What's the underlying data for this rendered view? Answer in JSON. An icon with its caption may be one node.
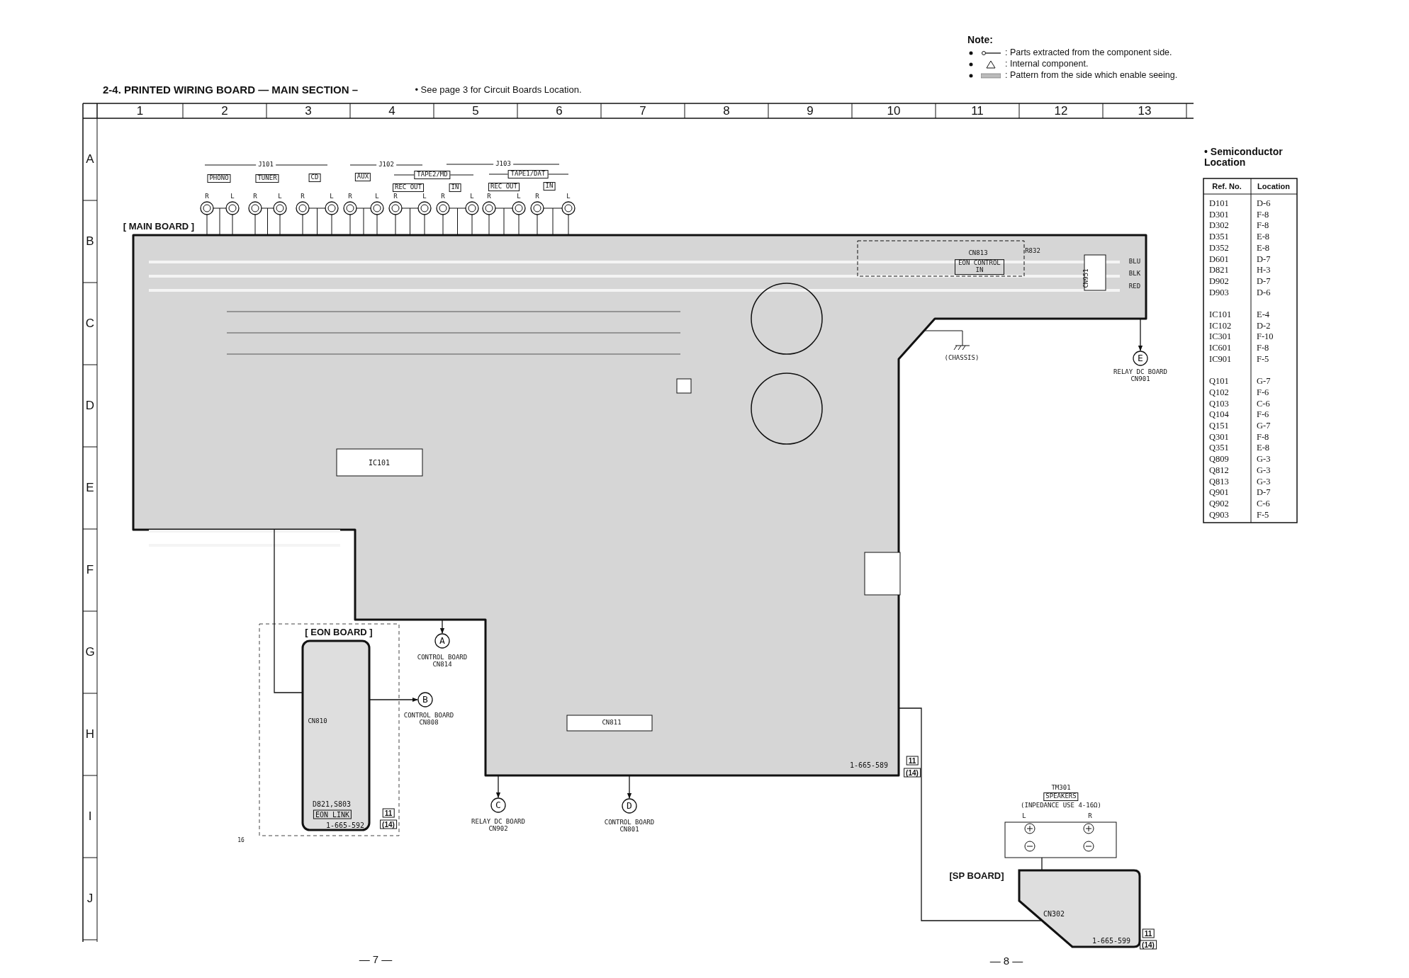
{
  "diagram": {
    "title": "2-4. PRINTED WIRING BOARD — MAIN SECTION –",
    "nodes": [
      {
        "text": [
          "[ MAIN BOARD ]",
          "1-665-589"
        ],
        "beside": [
          "11",
          "(14)"
        ]
      },
      {
        "text": [
          "[ EON BOARD ]",
          "D821,S803",
          "EON LINK",
          "1-665-592"
        ],
        "beside": [
          "11",
          "(14)"
        ]
      },
      {
        "text": [
          "[SP BOARD]",
          "CN302",
          "1-665-599"
        ],
        "beside": [
          "11",
          "(14)"
        ]
      },
      {
        "text": [
          "TM301",
          "SPEAKERS",
          "(INPEDANCE USE 4-16Ω)",
          "L",
          "R"
        ]
      },
      {
        "text": [
          "A"
        ]
      },
      {
        "text": [
          "B"
        ]
      },
      {
        "text": [
          "C"
        ],
        "beside": [
          "RELAY DC BOARD CN902"
        ]
      },
      {
        "text": [
          "D"
        ],
        "beside": [
          "CONTROL BOARD CN801"
        ]
      },
      {
        "text": [
          "E"
        ],
        "beside": [
          "RELAY DC BOARD CN901"
        ]
      }
    ],
    "edges": [
      {
        "from": 0,
        "to": 4,
        "arrow": "to"
      },
      {
        "from": 1,
        "to": 5,
        "arrow": "to"
      },
      {
        "from": 0,
        "to": 6,
        "arrow": "to"
      },
      {
        "from": 0,
        "to": 7,
        "arrow": "to"
      },
      {
        "from": 0,
        "to": 8,
        "arrow": "to"
      },
      {
        "from": 0,
        "to": 1,
        "arrow": "none"
      },
      {
        "from": 3,
        "to": 2,
        "arrow": "none"
      },
      {
        "from": 0,
        "to": 2,
        "arrow": "none"
      }
    ],
    "labels": [
      "Note:",
      "• See page 3 for Circuit Boards Location.",
      "1",
      "2",
      "3",
      "4",
      "5",
      "6",
      "7",
      "8",
      "9",
      "10",
      "11",
      "12",
      "13",
      "A",
      "B",
      "C",
      "D",
      "E",
      "F",
      "G",
      "H",
      "I",
      "J",
      "J101",
      "J102",
      "J103",
      "PHONO",
      "TUNER",
      "CD",
      "AUX",
      "TAPE2/MD",
      "TAPE1/DAT",
      "REC OUT",
      "IN",
      "REC OUT",
      "IN",
      "R",
      "L",
      "R",
      "L",
      "R",
      "L",
      "R",
      "L",
      "R",
      "L",
      "R",
      "L",
      "R",
      "L",
      "R",
      "L",
      "• Semiconductor Location",
      "Ref. No.",
      "Location",
      "D101",
      "D-6",
      "D301",
      "F-8",
      "D302",
      "F-8",
      "D351",
      "E-8",
      "D352",
      "E-8",
      "D601",
      "D-7",
      "D821",
      "H-3",
      "D902",
      "D-7",
      "D903",
      "D-6",
      "IC101",
      "E-4",
      "IC102",
      "D-2",
      "IC301",
      "F-10",
      "IC601",
      "F-8",
      "IC901",
      "F-5",
      "Q101",
      "G-7",
      "Q102",
      "F-6",
      "Q103",
      "C-6",
      "Q104",
      "F-6",
      "Q151",
      "G-7",
      "Q301",
      "F-8",
      "Q351",
      "E-8",
      "Q809",
      "G-3",
      "Q812",
      "G-3",
      "Q813",
      "G-3",
      "Q901",
      "D-7",
      "Q902",
      "C-6",
      "Q903",
      "F-5",
      "CN813",
      "R832",
      "EON CONTROL IN",
      "CN951",
      "BLU",
      "BLK",
      "RED",
      "(CHASSIS)",
      "IC101",
      "CONTROL BOARD CN814",
      "CN810",
      "CONTROL BOARD CN808",
      "CN811",
      "16",
      "— 7 —",
      "— 8 —"
    ],
    "legend": [
      {
        "text": ": Parts extracted from the component side."
      },
      {
        "text": ": Internal component."
      },
      {
        "text": ": Pattern from the side which enable seeing."
      }
    ]
  }
}
